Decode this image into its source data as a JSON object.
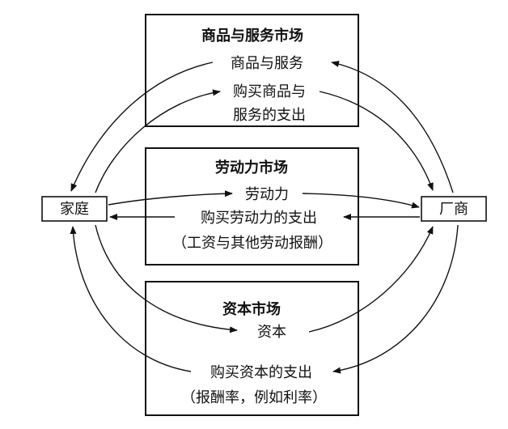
{
  "agents": {
    "household": "家庭",
    "firm": "厂商"
  },
  "goods_market": {
    "title": "商品与服务市场",
    "flow_label": "商品与服务",
    "spending_line1": "购买商品与",
    "spending_line2": "服务的支出"
  },
  "labor_market": {
    "title": "劳动力市场",
    "flow_label": "劳动力",
    "spending_line1": "购买劳动力的支出",
    "spending_line2": "（工资与其他劳动报酬）"
  },
  "capital_market": {
    "title": "资本市场",
    "flow_label": "资本",
    "spending_line1": "购买资本的支出",
    "spending_line2": "（报酬率，例如利率）"
  }
}
